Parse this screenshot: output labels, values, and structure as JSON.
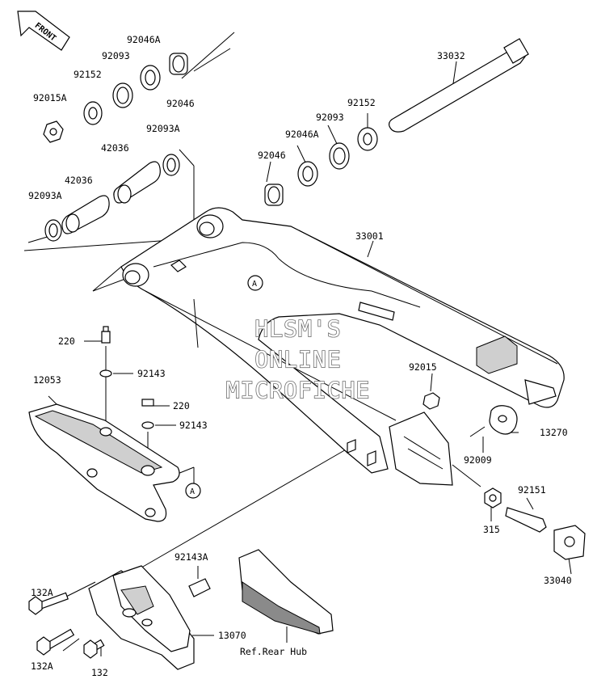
{
  "front_arrow": "FRONT",
  "watermark": {
    "line1": "HLSM'S",
    "line2": "ONLINE",
    "line3": "MICROFICHE"
  },
  "reference_markers": [
    "A",
    "A"
  ],
  "part_labels": [
    "92046A",
    "92093",
    "92152",
    "92046",
    "92015A",
    "92093A",
    "42036",
    "42036",
    "92093A",
    "33032",
    "92152",
    "92093",
    "92046A",
    "92046",
    "33001",
    "220",
    "92143",
    "12053",
    "220",
    "92143",
    "92015",
    "13270",
    "92009",
    "92151",
    "315",
    "33040",
    "92143A",
    "132A",
    "13070",
    "132A",
    "132"
  ],
  "ref_note": "Ref.Rear Hub"
}
